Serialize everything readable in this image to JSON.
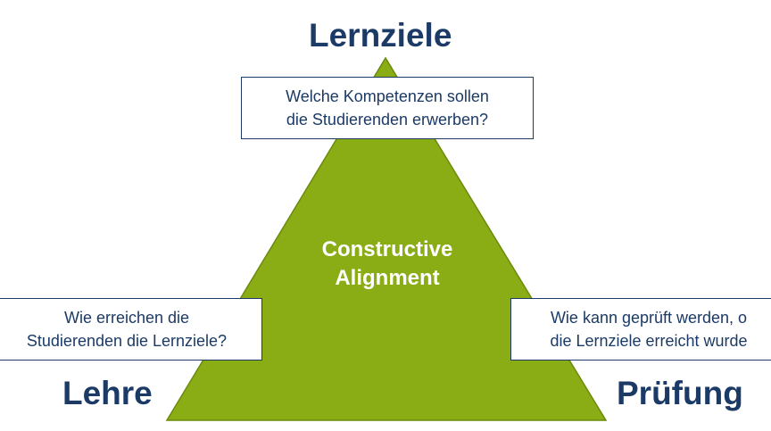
{
  "colors": {
    "triangle_fill": "#8aac14",
    "triangle_stroke": "#6b8a0c",
    "text_navy": "#1b3a66",
    "box_border": "#1b3a66",
    "center_text": "#ffffff"
  },
  "corners": {
    "top": "Lernziele",
    "left": "Lehre",
    "right": "Prüfung"
  },
  "center": {
    "line1": "Constructive",
    "line2": "Alignment"
  },
  "questions": {
    "top": {
      "line1": "Welche Kompetenzen sollen",
      "line2": "die Studierenden erwerben?"
    },
    "left": {
      "line1": "Wie erreichen die",
      "line2": "Studierenden die Lernziele?"
    },
    "right": {
      "line1": "Wie kann geprüft werden, o",
      "line2": "die Lernziele erreicht wurde"
    }
  }
}
